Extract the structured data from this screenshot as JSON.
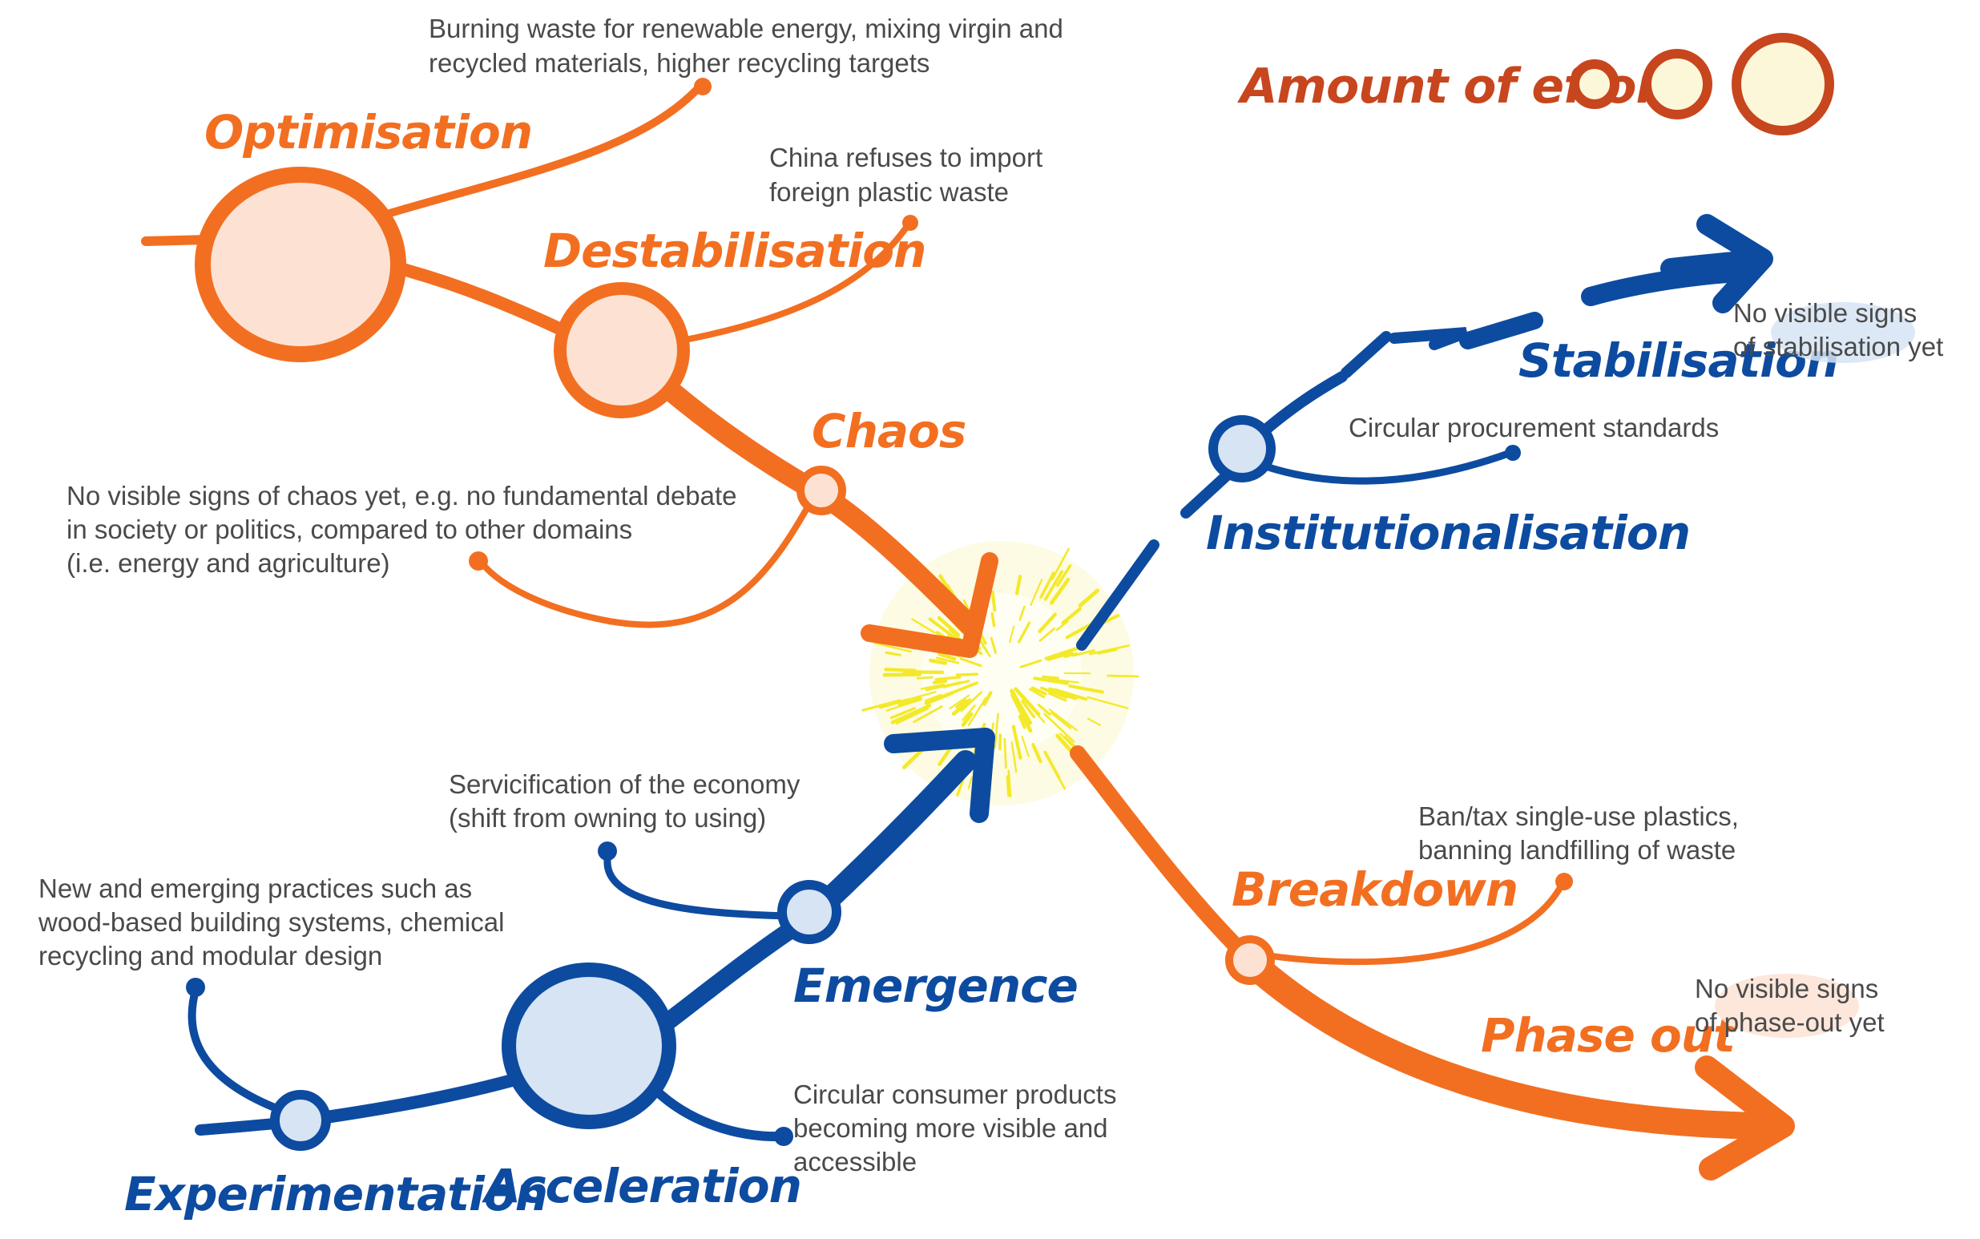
{
  "colors": {
    "orange": "#f26f21",
    "orange_fill": "#fde2d3",
    "blue": "#0d4ba0",
    "blue_fill": "#d6e4f3",
    "legend_ring": "#c7461d",
    "legend_fill": "#fdf7da",
    "burst_ray": "#f3e92a",
    "note_text": "#4a4a4a"
  },
  "legend": {
    "title": "Amount of effort"
  },
  "phases": {
    "optimisation": "Optimisation",
    "destabilisation": "Destabilisation",
    "chaos": "Chaos",
    "institutionalisation": "Institutionalisation",
    "stabilisation": "Stabilisation",
    "breakdown": "Breakdown",
    "phase_out": "Phase out",
    "experimentation": "Experimentation",
    "acceleration": "Acceleration",
    "emergence": "Emergence"
  },
  "annotations": {
    "optimisation": [
      "Burning waste for renewable energy, mixing virgin and",
      "recycled materials, higher recycling targets"
    ],
    "destabilisation": [
      "China refuses to import",
      "foreign plastic waste"
    ],
    "chaos": [
      "No visible signs of chaos yet, e.g. no fundamental debate",
      "in society or politics, compared to other domains",
      "(i.e. energy and agriculture)"
    ],
    "institutionalisation": [
      "Circular procurement standards"
    ],
    "stabilisation": [
      "No visible signs",
      "of stabilisation yet"
    ],
    "breakdown": [
      "Ban/tax single-use plastics,",
      "banning landfilling of waste"
    ],
    "phase_out": [
      "No visible signs",
      "of phase-out yet"
    ],
    "emergence": [
      "Servicification of the economy",
      "(shift from owning to using)"
    ],
    "experimentation": [
      "New and emerging practices such as",
      "wood-based building systems, chemical",
      "recycling and modular design"
    ],
    "acceleration": [
      "Circular consumer products",
      "becoming more visible and",
      "accessible"
    ]
  }
}
